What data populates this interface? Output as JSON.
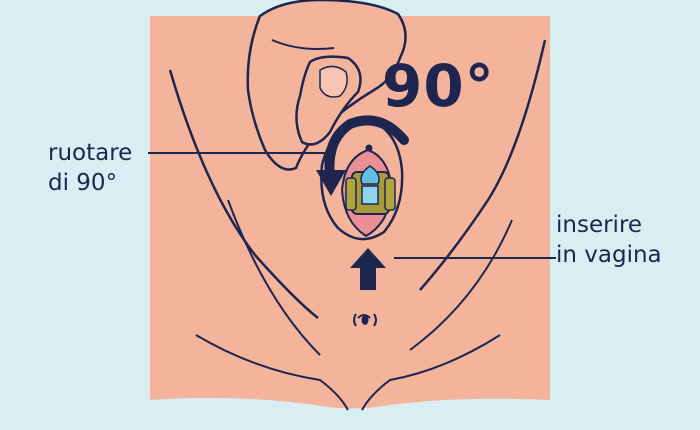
{
  "labels": {
    "rotate_line1": "ruotare",
    "rotate_line2": "di 90°",
    "insert_line1": "inserire",
    "insert_line2": "in vagina",
    "angle": "90°"
  },
  "colors": {
    "background": "#d9eef2",
    "skin": "#f4b49c",
    "outline": "#1e2650",
    "inner": "#e98f95",
    "device_body": "#a69a3a",
    "device_center": "#63bfe0"
  },
  "icons": {
    "rotation": "curved-arrow-icon",
    "insertion": "up-arrow-icon"
  }
}
